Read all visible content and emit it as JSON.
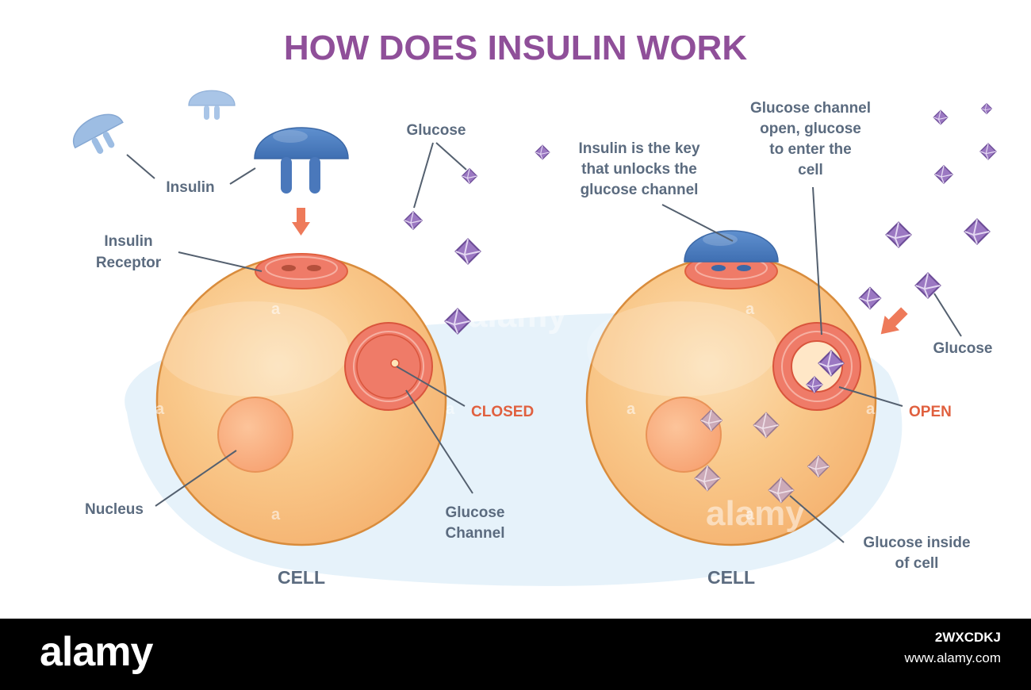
{
  "title": "HOW DOES INSULIN WORK",
  "left_cell": {
    "label": "CELL",
    "insulin_label": "Insulin",
    "glucose_label": "Glucose",
    "receptor_label_line1": "Insulin",
    "receptor_label_line2": "Receptor",
    "nucleus_label": "Nucleus",
    "channel_label_line1": "Glucose",
    "channel_label_line2": "Channel",
    "state_label": "CLOSED"
  },
  "right_cell": {
    "label": "CELL",
    "key_label_line1": "Insulin is the key",
    "key_label_line2": "that unlocks  the",
    "key_label_line3": "glucose channel",
    "channel_open_line1": "Glucose channel",
    "channel_open_line2": "open, glucose",
    "channel_open_line3": "to enter the",
    "channel_open_line4": "cell",
    "glucose_label": "Glucose",
    "state_label": "OPEN",
    "inside_label_line1": "Glucose inside",
    "inside_label_line2": "of cell"
  },
  "watermark": {
    "letter": "a",
    "brand": "alamy"
  },
  "footer": {
    "logo": "alamy",
    "image_code": "2WXCDKJ",
    "url": "www.alamy.com"
  },
  "colors": {
    "title": "#8f4f99",
    "label": "#5b6b7f",
    "state": "#e0603f",
    "cell_fill": "#f9c88a",
    "cell_stroke": "#d98c3c",
    "insulin": "#4f7fc1",
    "insulin_light": "#9dbde3",
    "channel": "#ef7b68",
    "glucose": "#9b78c2",
    "background_blob": "#e6f2fa"
  }
}
